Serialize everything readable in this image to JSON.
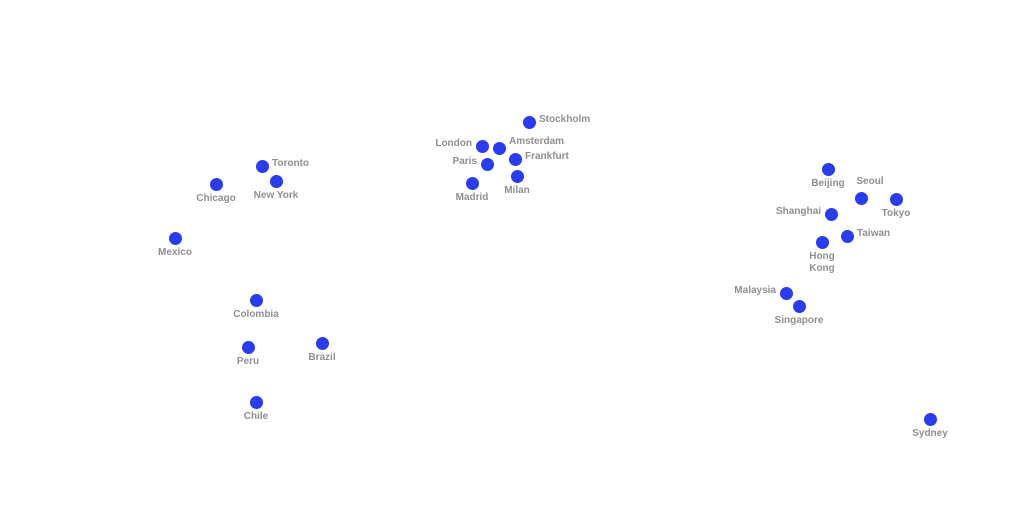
{
  "map": {
    "marker_color": "#2a3cf0",
    "label_color": "#8f8f8f",
    "cities": [
      {
        "name": "Toronto"
      },
      {
        "name": "Chicago"
      },
      {
        "name": "New York"
      },
      {
        "name": "Mexico"
      },
      {
        "name": "Colombia"
      },
      {
        "name": "Peru"
      },
      {
        "name": "Brazil"
      },
      {
        "name": "Chile"
      },
      {
        "name": "Stockholm"
      },
      {
        "name": "London"
      },
      {
        "name": "Amsterdam"
      },
      {
        "name": "Paris"
      },
      {
        "name": "Frankfurt"
      },
      {
        "name": "Madrid"
      },
      {
        "name": "Milan"
      },
      {
        "name": "Beijing"
      },
      {
        "name": "Seoul"
      },
      {
        "name": "Tokyo"
      },
      {
        "name": "Shanghai"
      },
      {
        "name": "Taiwan"
      },
      {
        "name": "Hong Kong"
      },
      {
        "name": "Malaysia"
      },
      {
        "name": "Singapore"
      },
      {
        "name": "Sydney"
      }
    ]
  }
}
